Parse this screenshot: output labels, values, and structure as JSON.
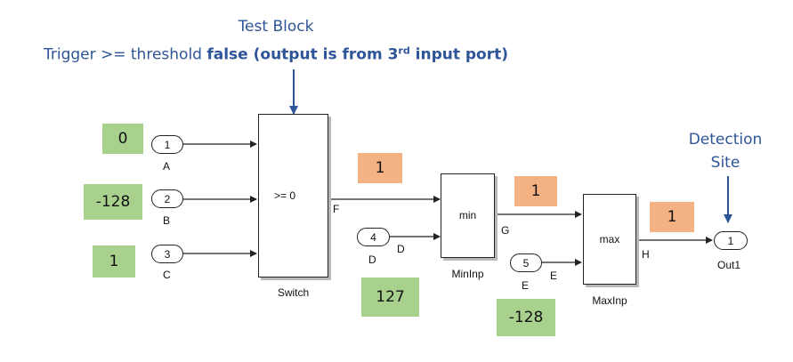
{
  "title": {
    "line1": "Test Block",
    "line2_prefix": "Trigger >= threshold ",
    "line2_bold": "false (output is from 3",
    "line2_sup": "rd",
    "line2_bold_end": " input port)"
  },
  "detection": {
    "line1": "Detection",
    "line2": "Site"
  },
  "inports": [
    {
      "num": "1",
      "name": "A",
      "value": "0"
    },
    {
      "num": "2",
      "name": "B",
      "value": "-128"
    },
    {
      "num": "3",
      "name": "C",
      "value": "1"
    },
    {
      "num": "4",
      "name": "D",
      "value": "127"
    },
    {
      "num": "5",
      "name": "E",
      "value": "-128"
    }
  ],
  "outport": {
    "num": "1",
    "name": "Out1"
  },
  "blocks": {
    "switch": {
      "name": "Switch",
      "criterion": ">= 0"
    },
    "min": {
      "name": "MinInp",
      "op": "min"
    },
    "max": {
      "name": "MaxInp",
      "op": "max"
    }
  },
  "signals": {
    "F": {
      "label": "F",
      "value": "1"
    },
    "G": {
      "label": "G",
      "value": "1"
    },
    "H": {
      "label": "H",
      "value": "1"
    },
    "D_extra": "D",
    "E_extra": "E"
  },
  "colors": {
    "title": "#2E5597",
    "input_value": "#A9D18E",
    "signal_value": "#F4B183",
    "line": "#222222"
  }
}
